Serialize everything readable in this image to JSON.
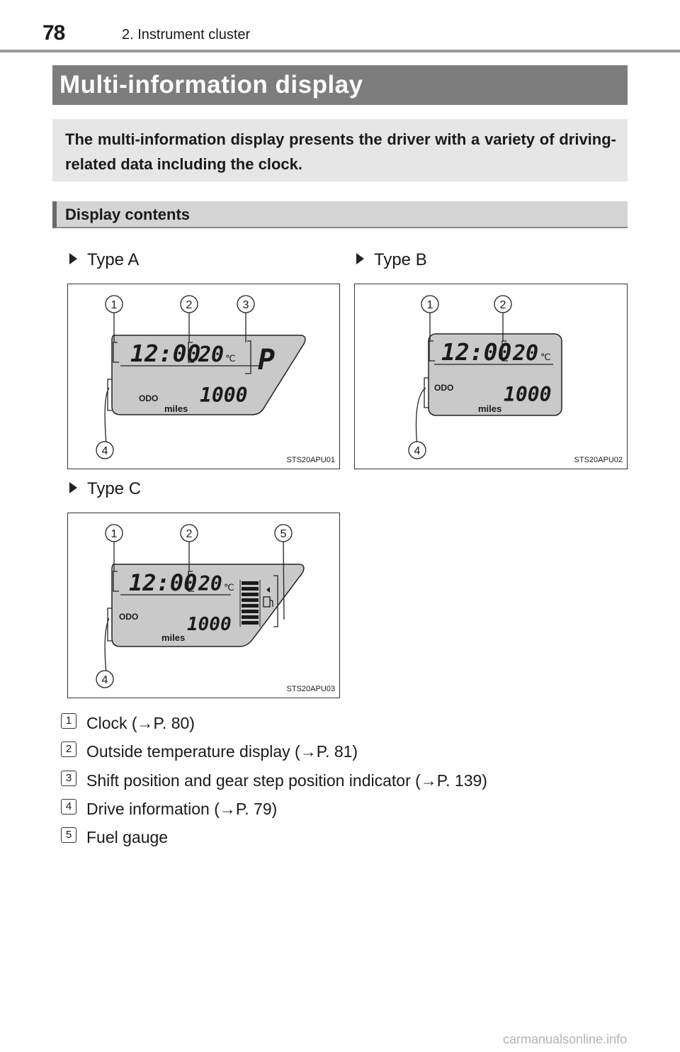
{
  "header": {
    "page_number": "78",
    "chapter": "2. Instrument cluster"
  },
  "title": "Multi-information display",
  "intro": "The multi-information display presents the driver with a variety of driving-related data including the clock.",
  "section_heading": "Display contents",
  "figures": [
    {
      "label": "Type A",
      "code": "STS20APU01",
      "callouts": [
        "1",
        "2",
        "3",
        "4"
      ]
    },
    {
      "label": "Type B",
      "code": "STS20APU02",
      "callouts": [
        "1",
        "2",
        "4"
      ]
    },
    {
      "label": "Type C",
      "code": "STS20APU03",
      "callouts": [
        "1",
        "2",
        "5",
        "4"
      ]
    }
  ],
  "display": {
    "clock": "12:00",
    "temp": "20",
    "temp_unit": "℃",
    "gear": "P",
    "odo_label": "ODO",
    "odo_value": "1000",
    "odo_unit": "miles"
  },
  "legend": [
    {
      "num": "1",
      "text": "Clock (→P. 80)"
    },
    {
      "num": "2",
      "text": "Outside temperature display (→P. 81)"
    },
    {
      "num": "3",
      "text": "Shift position and gear step position indicator (→P. 139)"
    },
    {
      "num": "4",
      "text": "Drive information (→P. 79)"
    },
    {
      "num": "5",
      "text": "Fuel gauge"
    }
  ],
  "footer": "carmanualsonline.info"
}
